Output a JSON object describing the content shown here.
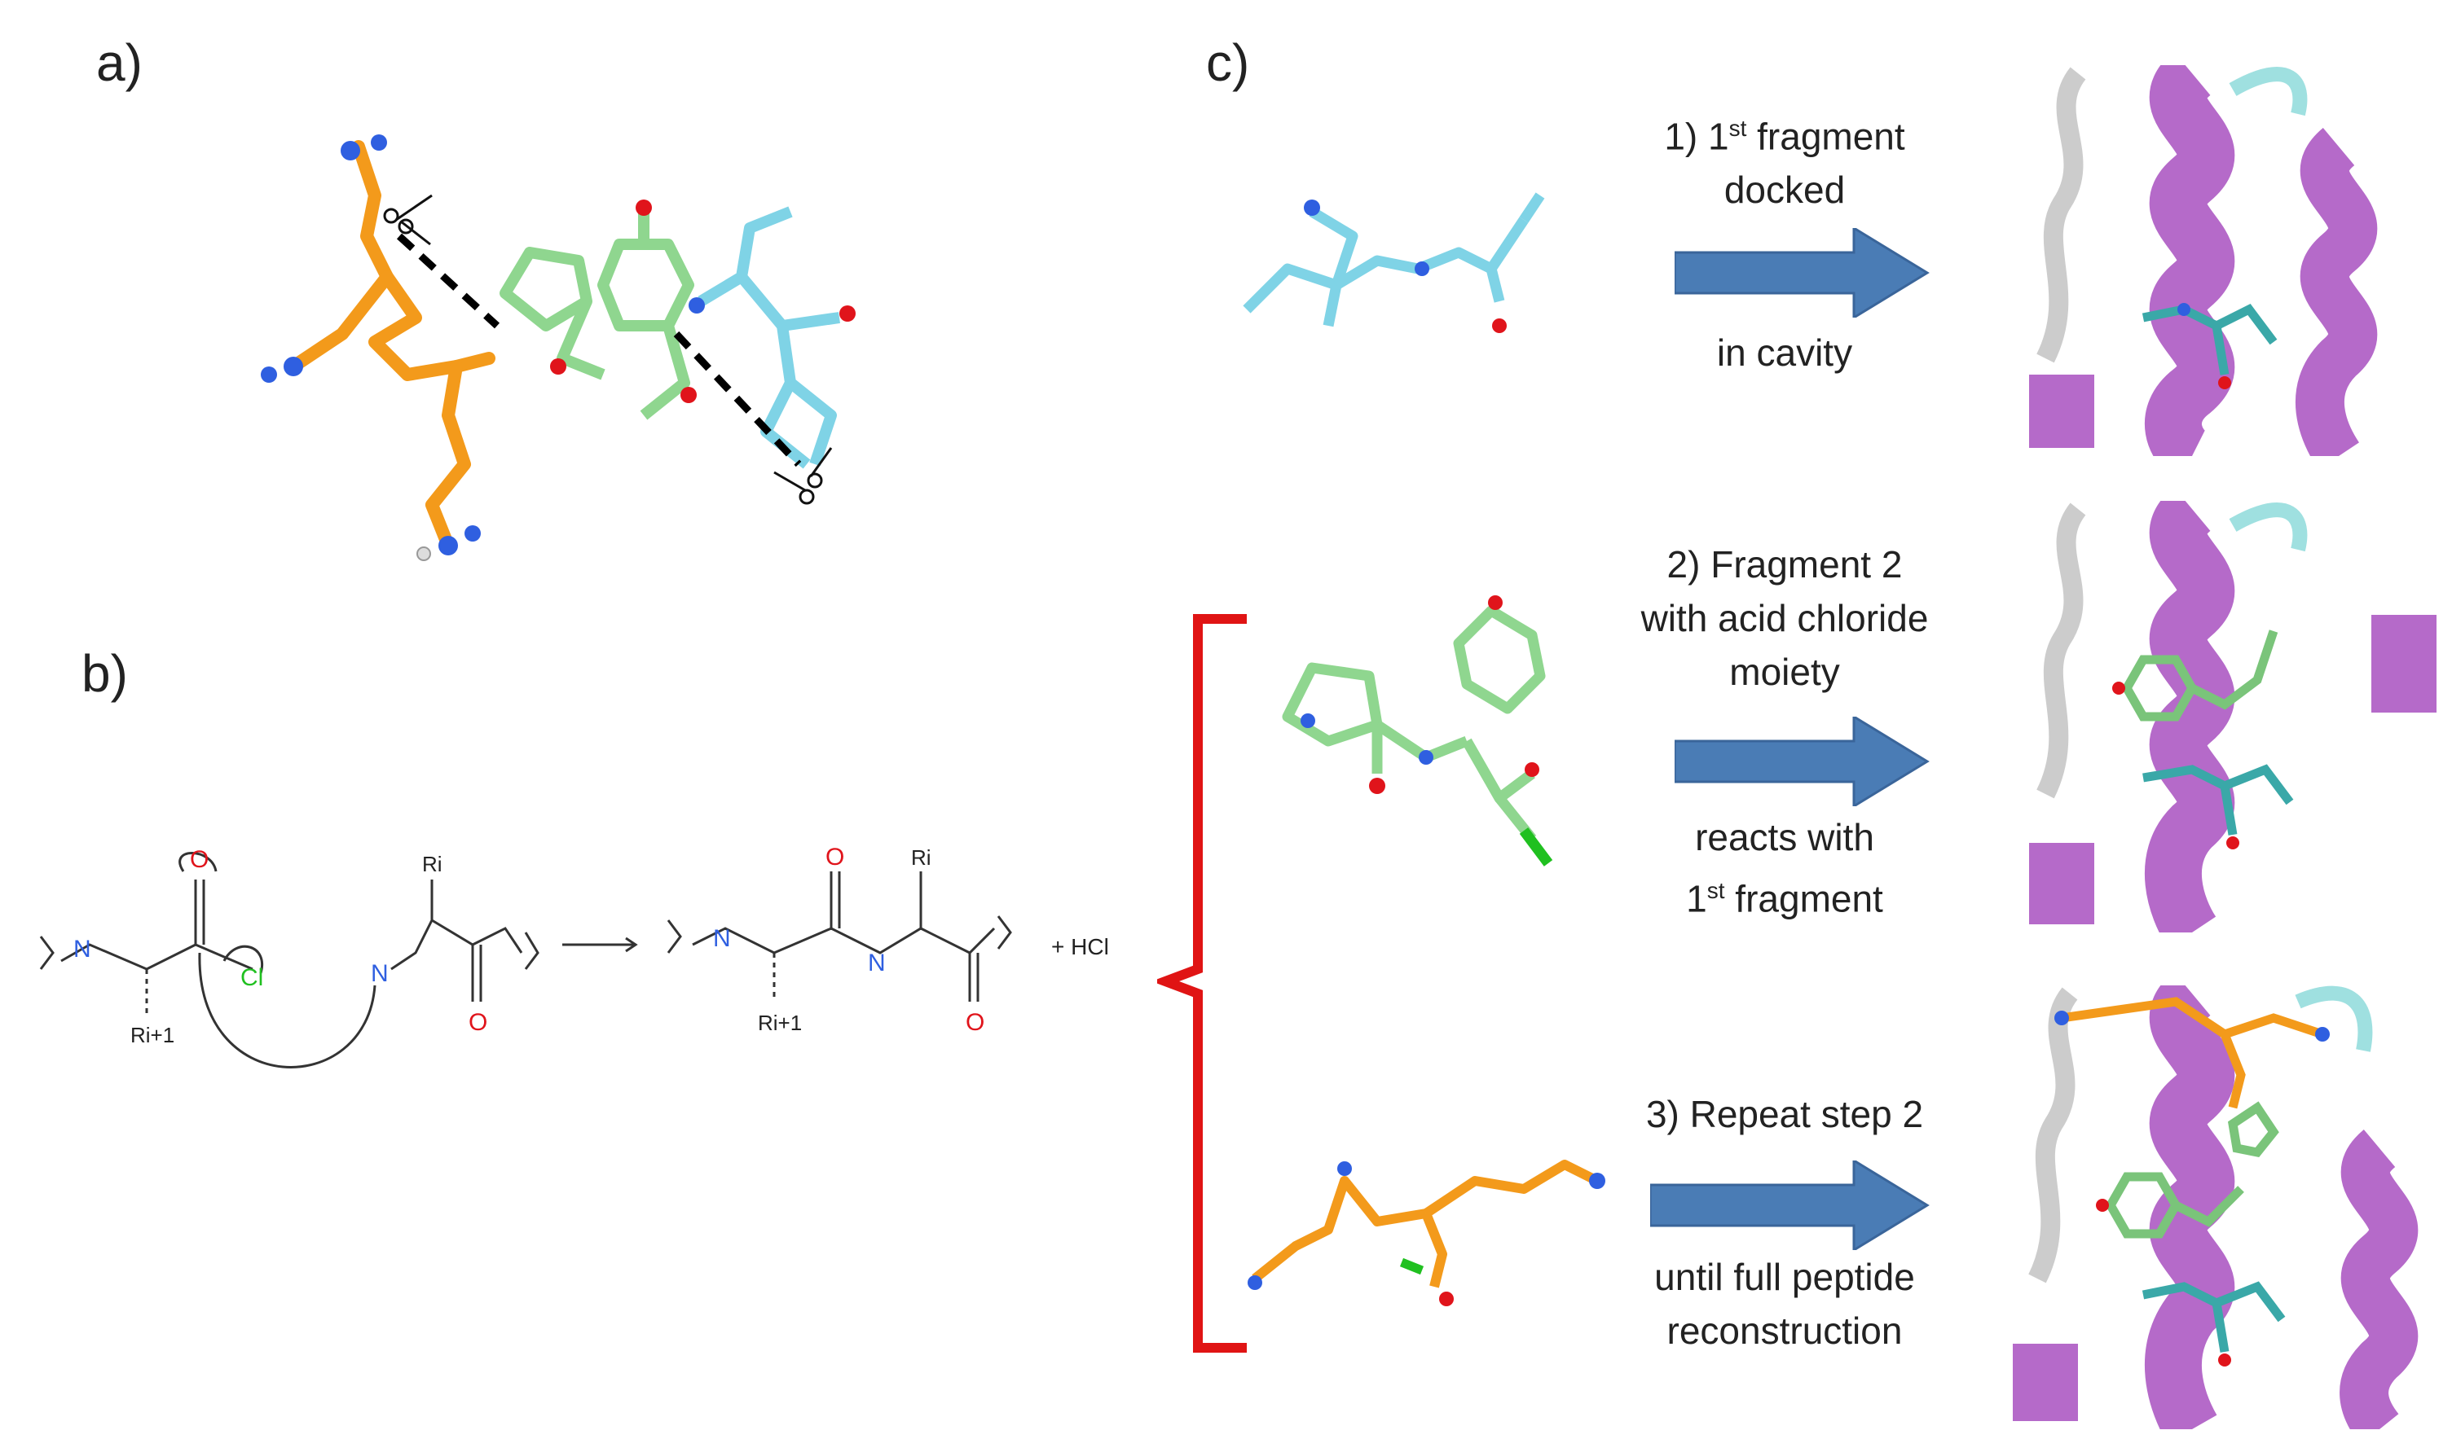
{
  "panels": {
    "a": "a)",
    "b": "b)",
    "c": "c)"
  },
  "reaction": {
    "left_substituent_top": "O",
    "left_leaving_group": "Cl",
    "left_nitrogen": "N",
    "left_side_chain": "Ri+1",
    "right_side_chain_top": "Ri",
    "right_nitrogen": "N",
    "right_carbonyl_o": "O",
    "product_top_o": "O",
    "product_n_left": "N",
    "product_n_mid": "N",
    "product_side_chain_top": "Ri",
    "product_side_chain_bottom": "Ri+1",
    "product_carbonyl_o": "O",
    "byproduct": "+ HCl"
  },
  "steps": [
    {
      "title_prefix": "1) 1",
      "title_sup": "st",
      "title_suffix": " fragment",
      "title_line2": "docked",
      "after_arrow": "in cavity"
    },
    {
      "line1": "2) Fragment 2",
      "line2": "with acid chloride",
      "line3": "moiety",
      "after_line1": "reacts with",
      "after_prefix": "1",
      "after_sup": "st",
      "after_suffix": " fragment"
    },
    {
      "line1": "3) Repeat  step 2",
      "after_line1": "until full peptide",
      "after_line2": "reconstruction"
    }
  ],
  "colors": {
    "arg_orange": "#f39a1b",
    "pro_tyr_green": "#8fd68f",
    "val_cyan": "#7fd3e6",
    "helix_purple": "#b56ac9",
    "arrow_blue": "#4a7cb5",
    "bracket_red": "#e01414",
    "nitrogen_blue": "#2f5fe0",
    "oxygen_red": "#e0141b",
    "chlorine_green": "#20c020"
  }
}
